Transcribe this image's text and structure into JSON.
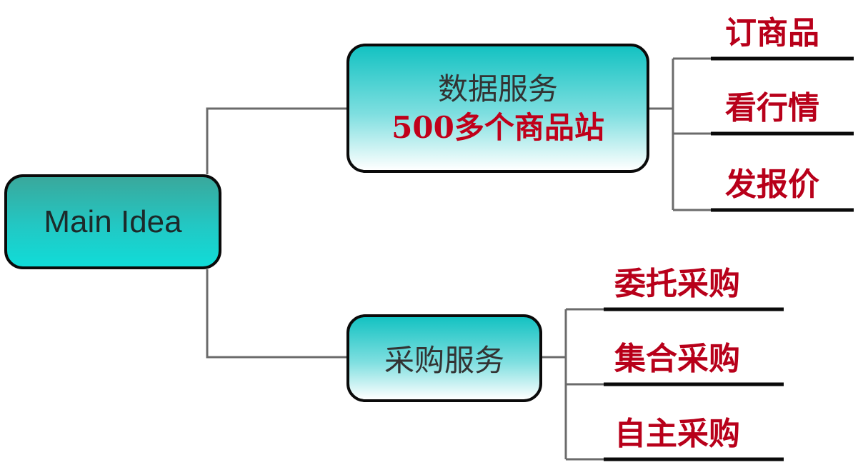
{
  "main": {
    "label": "Main Idea"
  },
  "branches": [
    {
      "title": "数据服务",
      "subtitle": "500多个商品站",
      "leaves": [
        "订商品",
        "看行情",
        "发报价"
      ]
    },
    {
      "title": "采购服务",
      "leaves": [
        "委托采购",
        "集合采购",
        "自主采购"
      ]
    }
  ],
  "colors": {
    "connector": "#6b6b6b",
    "leaf_text": "#b8001a",
    "highlight_text": "#c0001a",
    "node_border": "#0a0a0a",
    "main_fill": "#22c8c4"
  }
}
